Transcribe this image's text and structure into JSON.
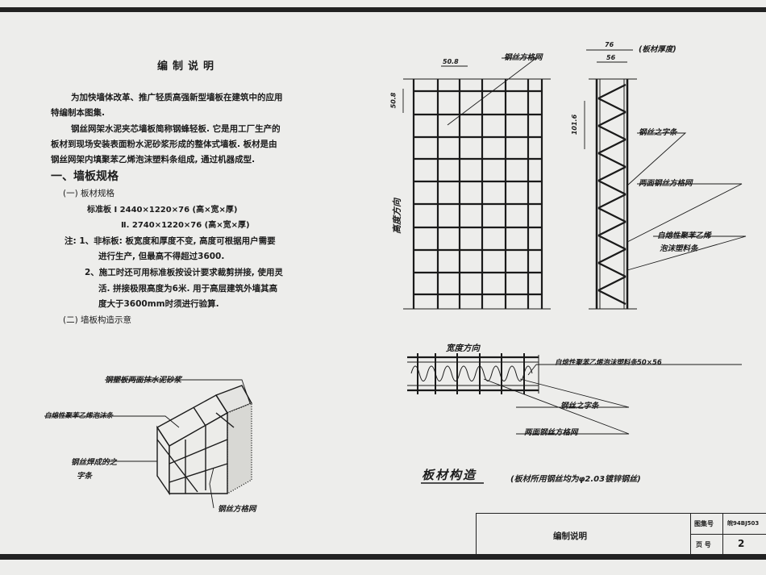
{
  "doc": {
    "title": "编制说明",
    "intro": [
      "为加快墙体改革、推广轻质高强新型墙板在建筑中的应用",
      "特编制本图集.",
      "钢丝网架水泥夹芯墙板简称钢蜂轻板. 它是用工厂生产的",
      "板材到现场安装表面粉水泥砂浆形成的整体式墙板. 板材是由",
      "钢丝网架内填聚苯乙烯泡沫塑料条组成, 通过机器成型."
    ],
    "section1": "一、墙板规格",
    "sub1": "(一) 板材规格",
    "spec1": "标准板 Ⅰ  2440×1220×76 (高×宽×厚)",
    "spec2": "Ⅱ. 2740×1220×76 (高×宽×厚)",
    "notes": [
      "注: 1、非标板: 板宽度和厚度不变,   高度可根据用户需要",
      "进行生产, 但最高不得超过3600.",
      "2、施工时还可用标准板按设计要求裁剪拼接, 使用灵",
      "活. 拼接极限高度为6米.   用于高层建筑外墙其高",
      "度大于3600mm时须进行验算."
    ],
    "sub2": "(二) 墙板构造示意"
  },
  "iso_labels": {
    "mortar": "钢塑板两面抹水泥砂浆",
    "foam": "自熄性聚苯乙烯泡沫条",
    "zigzag_1": "钢丝焊成的之",
    "zigzag_2": "字条",
    "mesh": "钢丝方格网"
  },
  "grid_labels": {
    "mesh": "钢丝方格网",
    "spacing_w": "50.8",
    "spacing_h": "50.8",
    "direction": "高度方向"
  },
  "side_labels": {
    "thickness": "76",
    "thickness_note": "(板材厚度)",
    "core": "56",
    "pitch": "101.6",
    "zigzag": "钢丝之字条",
    "mesh": "两面钢丝方格网",
    "foam_1": "自熄性聚苯乙烯",
    "foam_2": "泡沫塑料条"
  },
  "section_labels": {
    "direction": "宽度方向",
    "foam": "自熄性聚苯乙烯泡沫塑料条50×56",
    "zigzag": "钢丝之字条",
    "mesh": "两面钢丝方格网"
  },
  "caption": {
    "title": "板材构造",
    "note": "(板材所用钢丝均为φ2.03镀锌钢丝)"
  },
  "title_block": {
    "name": "编制说明",
    "atlas_label": "图集号",
    "atlas_value": "皖94BJ503",
    "page_label": "页 号",
    "page_value": "2"
  }
}
